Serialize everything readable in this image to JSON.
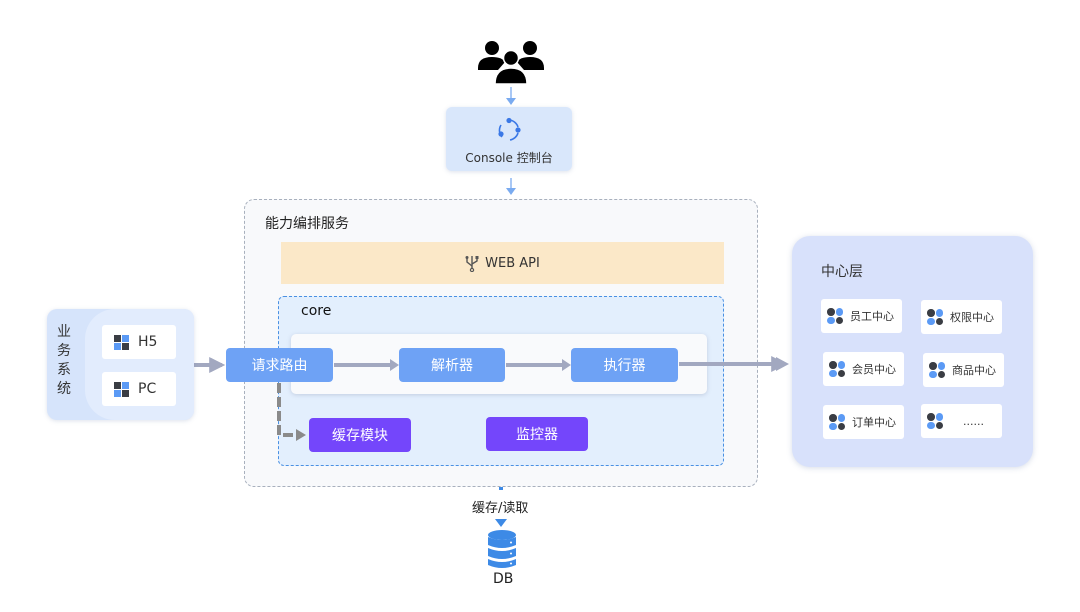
{
  "users": {
    "icon": "users-group-icon"
  },
  "console": {
    "label": "Console 控制台",
    "icon": "refresh-cycle-icon"
  },
  "service": {
    "title": "能力编排服务",
    "web_api": {
      "label": "WEB API",
      "icon": "usb-icon"
    },
    "core": {
      "title": "core",
      "flow": [
        {
          "id": "router",
          "label": "请求路由"
        },
        {
          "id": "parser",
          "label": "解析器"
        },
        {
          "id": "executor",
          "label": "执行器"
        }
      ],
      "modules": [
        {
          "id": "cache",
          "label": "缓存模块"
        },
        {
          "id": "monitor",
          "label": "监控器"
        }
      ]
    }
  },
  "business": {
    "title": "业务系统",
    "clients": [
      {
        "label": "H5",
        "icon": "windows-grid-icon"
      },
      {
        "label": "PC",
        "icon": "windows-grid-icon"
      }
    ]
  },
  "center_layer": {
    "title": "中心层",
    "items": [
      {
        "label": "员工中心"
      },
      {
        "label": "权限中心"
      },
      {
        "label": "会员中心"
      },
      {
        "label": "商品中心"
      },
      {
        "label": "订单中心"
      },
      {
        "label": "......"
      }
    ]
  },
  "storage": {
    "edge_label": "缓存/读取",
    "db_label": "DB",
    "icon": "database-icon"
  },
  "colors": {
    "blue_node": "#6ea2f5",
    "purple_node": "#7446fb",
    "arrow_gray": "#a2a8c0",
    "accent_blue": "#4a90e2",
    "web_api_bg": "#fbe8c8",
    "center_bg": "#d8e1fb"
  }
}
